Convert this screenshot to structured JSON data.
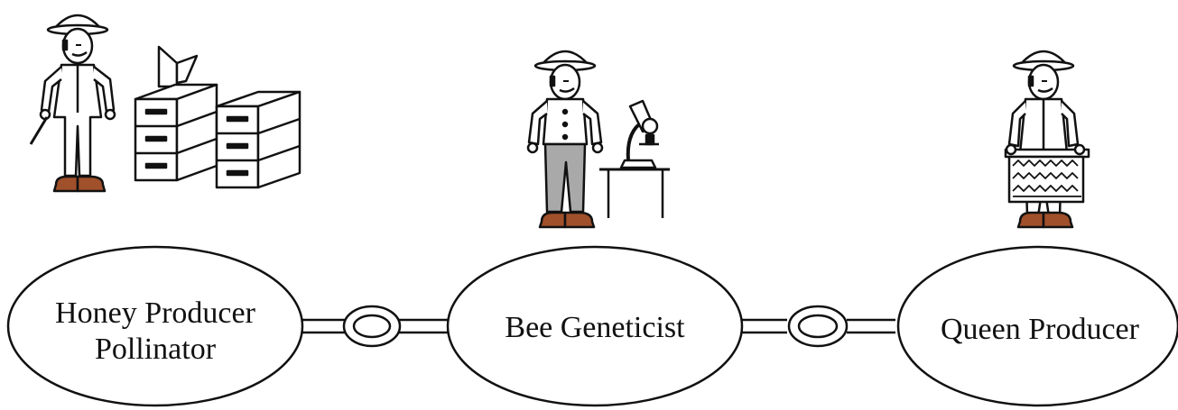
{
  "diagram": {
    "nodes": [
      {
        "id": "honey",
        "lines": [
          "Honey Producer",
          "Pollinator"
        ]
      },
      {
        "id": "genetics",
        "lines": [
          "Bee Geneticist"
        ]
      },
      {
        "id": "queen",
        "lines": [
          "Queen Producer"
        ]
      }
    ],
    "links": [
      {
        "from": "honey",
        "to": "genetics",
        "style": "chain-link"
      },
      {
        "from": "genetics",
        "to": "queen",
        "style": "chain-link"
      }
    ],
    "figures": [
      {
        "role": "honey-producer",
        "props": [
          "beehive-boxes",
          "hive-tool"
        ]
      },
      {
        "role": "bee-geneticist",
        "props": [
          "microscope",
          "lab-table"
        ]
      },
      {
        "role": "queen-producer",
        "props": [
          "queen-cell-frame"
        ]
      }
    ],
    "colors": {
      "outline": "#111111",
      "hat": "#ffffff",
      "trousers-geneticist": "#a9a9a9",
      "boots": "#a0502a",
      "skin": "#ffffff",
      "background": "#ffffff"
    }
  }
}
